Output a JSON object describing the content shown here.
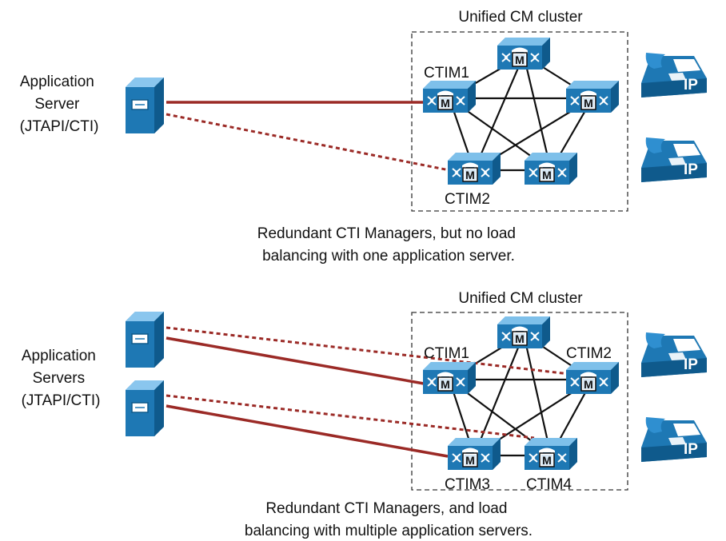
{
  "top": {
    "cluster_title": "Unified CM cluster",
    "server_label": [
      "Application",
      "Server",
      "(JTAPI/CTI)"
    ],
    "ctim1": "CTIM1",
    "ctim2": "CTIM2",
    "caption": [
      "Redundant CTI Managers, but no load",
      "balancing with one application server."
    ]
  },
  "bottom": {
    "cluster_title": "Unified CM cluster",
    "server_label": [
      "Application",
      "Servers",
      "(JTAPI/CTI)"
    ],
    "ctim1": "CTIM1",
    "ctim2": "CTIM2",
    "ctim3": "CTIM3",
    "ctim4": "CTIM4",
    "caption": [
      "Redundant CTI Managers, and load",
      "balancing with multiple application servers."
    ]
  },
  "icons": {
    "manager_letter": "M",
    "phone_text": "IP"
  },
  "colors": {
    "device_blue": "#1e78b4",
    "link_red": "#9b2a26",
    "mesh": "#111111"
  }
}
